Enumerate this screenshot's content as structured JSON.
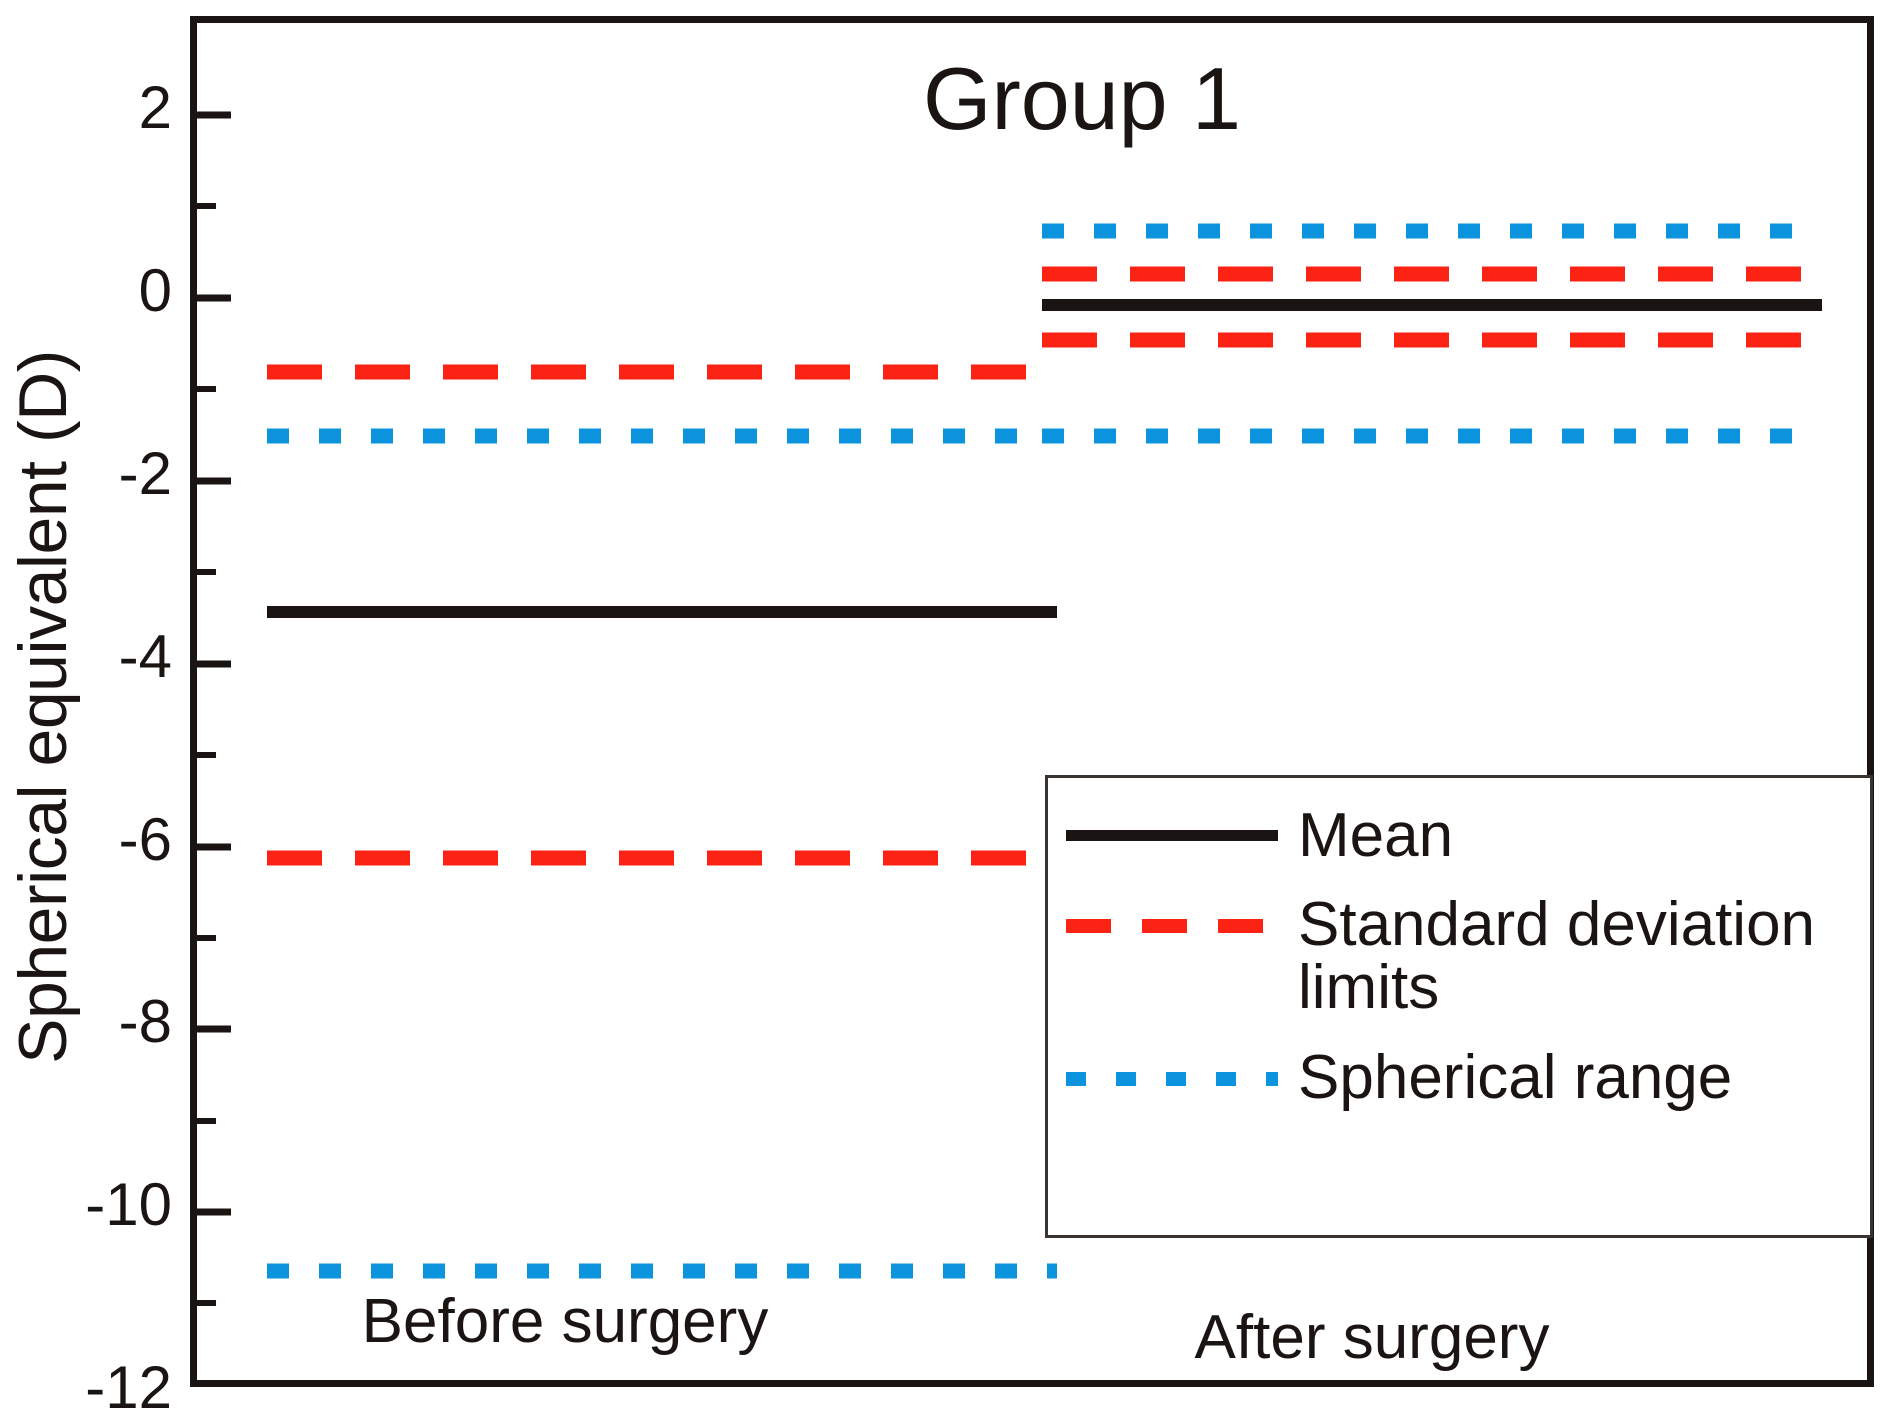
{
  "chart_data": {
    "type": "line",
    "title": "Group 1",
    "xlabel": "",
    "ylabel": "Spherical equivalent (D)",
    "categories": [
      "Before surgery",
      "After surgery"
    ],
    "ylim": [
      -12,
      3
    ],
    "yticks": [
      2,
      0,
      -2,
      -4,
      -6,
      -8,
      -10,
      -12
    ],
    "ytick_labels": [
      "2",
      "0",
      "-2",
      "-4",
      "-6",
      "-8",
      "-10",
      "-12"
    ],
    "minor_ticks": [
      1,
      -1,
      -3,
      -5,
      -7,
      -9,
      -11
    ],
    "grid": false,
    "legend_position": "lower-right-inside",
    "series": [
      {
        "name": "Mean",
        "style": "solid",
        "color": "#1a1412",
        "values": [
          -3.44,
          -0.08
        ]
      },
      {
        "name": "Standard deviation limits",
        "style": "dashed",
        "color": "#fa2314",
        "upper_values": [
          -0.81,
          0.26
        ],
        "lower_values": [
          -6.12,
          -0.46
        ]
      },
      {
        "name": "Spherical range",
        "style": "dotted",
        "color": "#0b93dd",
        "upper_values": [
          -1.51,
          0.73
        ],
        "lower_values": [
          -10.64,
          -1.51
        ]
      }
    ]
  },
  "legend": {
    "items": [
      {
        "label": "Mean",
        "swatch": "solid-black-line-icon"
      },
      {
        "label": "Standard deviation limits",
        "swatch": "dashed-red-line-icon"
      },
      {
        "label": "Spherical range",
        "swatch": "dotted-blue-line-icon"
      }
    ]
  },
  "colors": {
    "mean": "#1a1412",
    "sd": "#fa2314",
    "range": "#0b93dd",
    "axis": "#1a1412",
    "background": "#ffffff"
  }
}
